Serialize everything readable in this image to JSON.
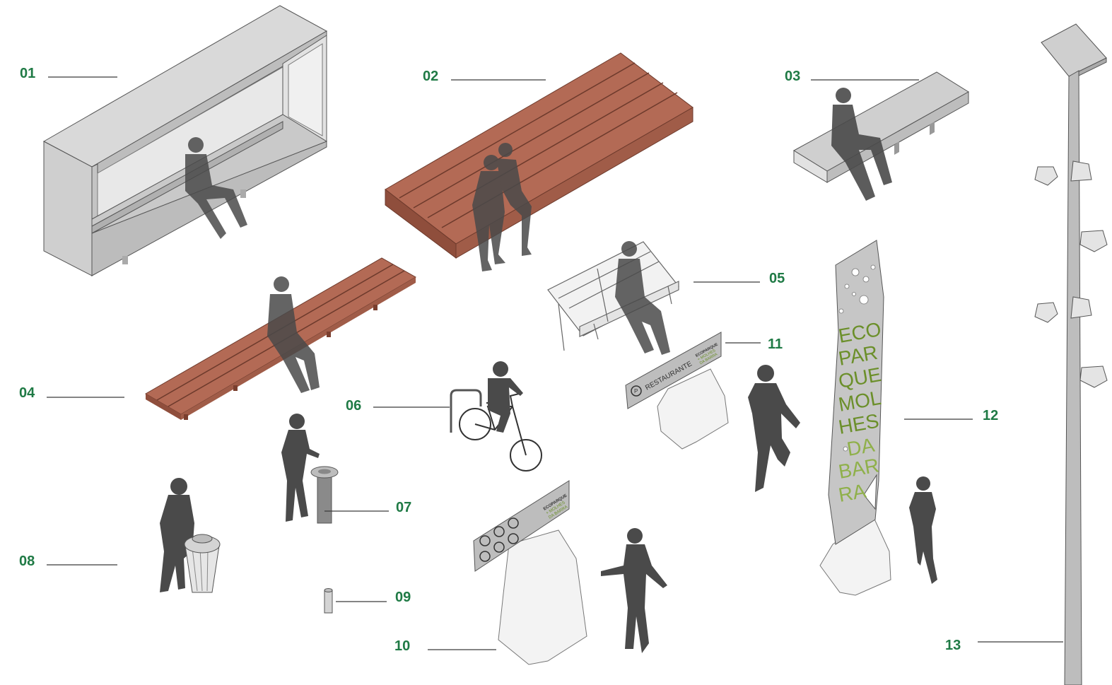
{
  "theme": {
    "label_color": "#1f7a45",
    "leader_color": "#3a3a3a",
    "wood_color": "#b36a55",
    "wood_dark": "#8f4e3c",
    "metal_light": "#d9d9d9",
    "metal_mid": "#bdbdbd",
    "metal_dark": "#9a9a9a",
    "silhouette_color": "#4a4a4a",
    "sign_green": "#6b8f2a",
    "sign_green_light": "#8fb04a"
  },
  "callouts": [
    {
      "id": "01",
      "label": "01",
      "item": "covered-bench-shelter"
    },
    {
      "id": "02",
      "label": "02",
      "item": "large-wooden-bench"
    },
    {
      "id": "03",
      "label": "03",
      "item": "concrete-bench"
    },
    {
      "id": "04",
      "label": "04",
      "item": "long-wooden-bench"
    },
    {
      "id": "05",
      "label": "05",
      "item": "metal-chair-bench"
    },
    {
      "id": "06",
      "label": "06",
      "item": "bicycle-rack"
    },
    {
      "id": "07",
      "label": "07",
      "item": "drinking-fountain"
    },
    {
      "id": "08",
      "label": "08",
      "item": "trash-bin"
    },
    {
      "id": "09",
      "label": "09",
      "item": "bollard"
    },
    {
      "id": "10",
      "label": "10",
      "item": "information-totem"
    },
    {
      "id": "11",
      "label": "11",
      "item": "directional-sign"
    },
    {
      "id": "12",
      "label": "12",
      "item": "monolith-sign"
    },
    {
      "id": "13",
      "label": "13",
      "item": "solar-lamp-post"
    }
  ],
  "signs": {
    "directional": {
      "text": "RESTAURANTE",
      "brand_line1": "ECOPARQUE",
      "brand_line2": "+ MOLHES",
      "brand_line3": "DA BARRA"
    },
    "info_panel": {
      "brand_line1": "ECOPARQUE",
      "brand_line2": "+ MOLHES",
      "brand_line3": "DA BARRA"
    },
    "monolith_lines": [
      "ECO",
      "PAR",
      "QUE",
      "MOL",
      "HES",
      "DA",
      "BAR",
      "RA"
    ]
  }
}
